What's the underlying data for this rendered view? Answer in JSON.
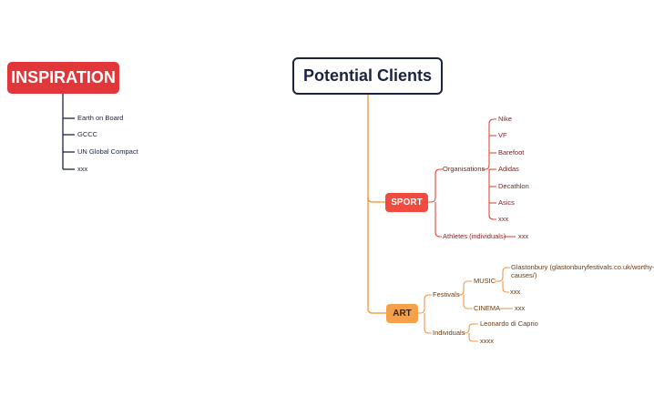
{
  "inspiration": {
    "title": "INSPIRATION",
    "items": [
      "Earth on Board",
      "GCCC",
      "UN Global Compact",
      "xxx"
    ]
  },
  "root": {
    "title": "Potential Clients"
  },
  "sport": {
    "label": "SPORT",
    "organisations": {
      "label": "Organisations",
      "items": [
        "Nike",
        "VF",
        "Barefoot",
        "Adidas",
        "Decathlon",
        "Asics",
        "xxx"
      ]
    },
    "athletes": {
      "label": "Athletes (individuals)",
      "items": [
        "xxx"
      ]
    }
  },
  "art": {
    "label": "ART",
    "festivals": {
      "label": "Festivals",
      "music": {
        "label": "MUSIC",
        "items": [
          "Glastonbury (glastonburyfestivals.co.uk/worthy-",
          "causes/)",
          "xxx"
        ]
      },
      "cinema": {
        "label": "CINEMA",
        "items": [
          "xxx"
        ]
      }
    },
    "individuals": {
      "label": "Individuals",
      "items": [
        "Leonardo di Caprio",
        "xxxx"
      ]
    }
  },
  "colors": {
    "inspiration": "#e1363a",
    "root_border": "#1c2340",
    "sport": "#f14a3f",
    "art": "#f5a14b",
    "trunk": "#f5a14b"
  }
}
